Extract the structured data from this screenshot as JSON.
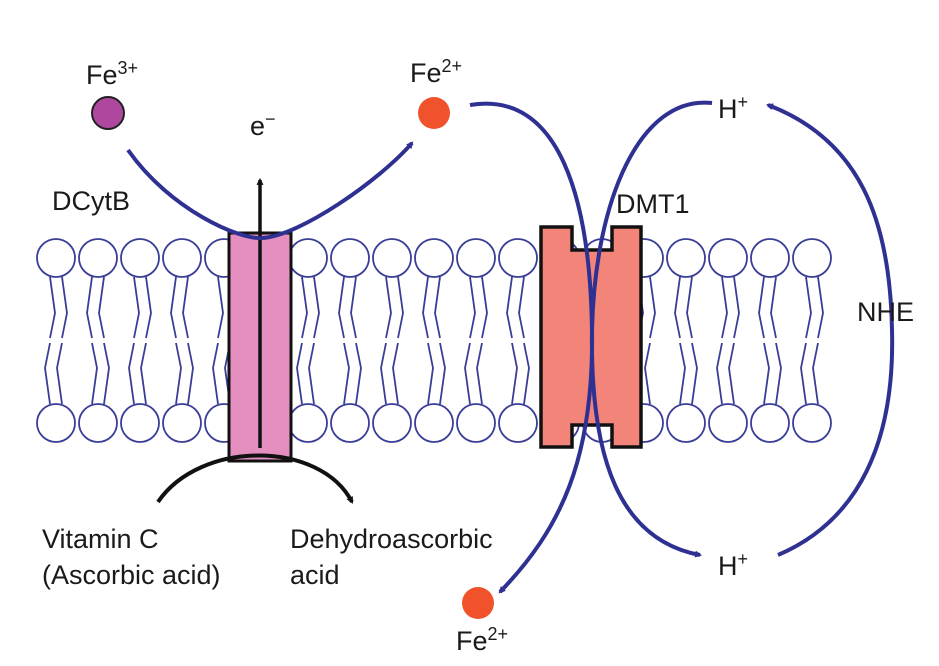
{
  "labels": {
    "fe3": {
      "base": "Fe",
      "sup": "3+"
    },
    "fe2_top": {
      "base": "Fe",
      "sup": "2+"
    },
    "fe2_bottom": {
      "base": "Fe",
      "sup": "2+"
    },
    "electron": {
      "base": "e",
      "sup": "−"
    },
    "dcytb": "DCytB",
    "dmt1": "DMT1",
    "nhe": "NHE",
    "h_top": {
      "base": "H",
      "sup": "+"
    },
    "h_bottom": {
      "base": "H",
      "sup": "+"
    },
    "vitamin_c_line1": "Vitamin C",
    "vitamin_c_line2": "(Ascorbic acid)",
    "dehydro_line1": "Dehydroascorbic",
    "dehydro_line2": "acid"
  },
  "colors": {
    "fe3_ion": "#b0479f",
    "fe2_ion": "#f0532b",
    "arrow": "#2e3192",
    "dcytb_protein": "#e48fc0",
    "dmt1_protein": "#f2847a",
    "membrane_stroke": "#3a3d96",
    "black": "#111111"
  }
}
